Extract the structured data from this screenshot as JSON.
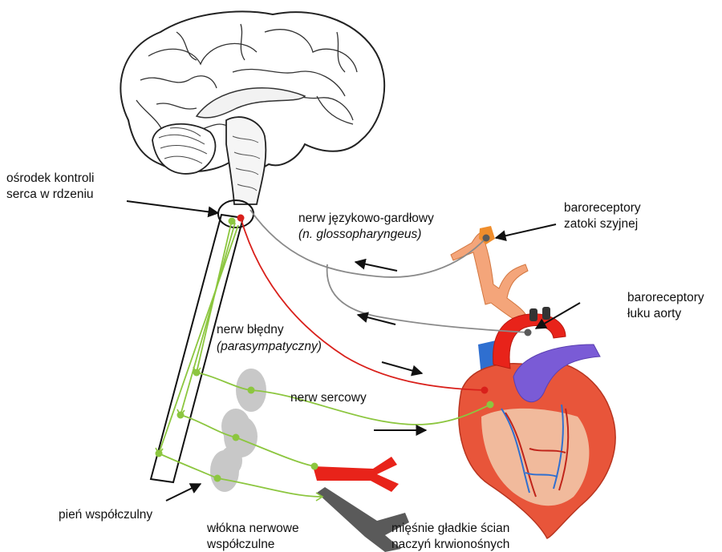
{
  "labels": {
    "control_center": [
      "ośrodek kontroli",
      "serca w rdzeniu"
    ],
    "glosso_nerve": "nerw  językowo-gardłowy",
    "glosso_nerve_latin": "(n. glossopharyngeus)",
    "carotid_baro": [
      "baroreceptory",
      "zatoki szyjnej"
    ],
    "aortic_baro": [
      "baroreceptory",
      "łuku aorty"
    ],
    "vagus": "nerw błędny",
    "vagus_type": "(parasympatyczny)",
    "cardiac_nerve": "nerw sercowy",
    "sympathetic_trunk": "pień współczulny",
    "sympathetic_fibers": [
      "włókna nerwowe",
      "współczulne"
    ],
    "smooth_muscle": [
      "mięśnie gładkie ścian",
      "naczyń krwionośnych"
    ]
  },
  "colors": {
    "afferent_nerve": "#8a8a8a",
    "vagus_nerve": "#d9201b",
    "sympathetic_nerve": "#8cc63f",
    "ganglia": "#c8c8c8",
    "artery_red": "#e8231a",
    "vein_grey": "#5a5a5a",
    "heart_red": "#e8553a",
    "aorta_purple": "#7a5bd6",
    "vena_blue": "#2f6fd0"
  }
}
